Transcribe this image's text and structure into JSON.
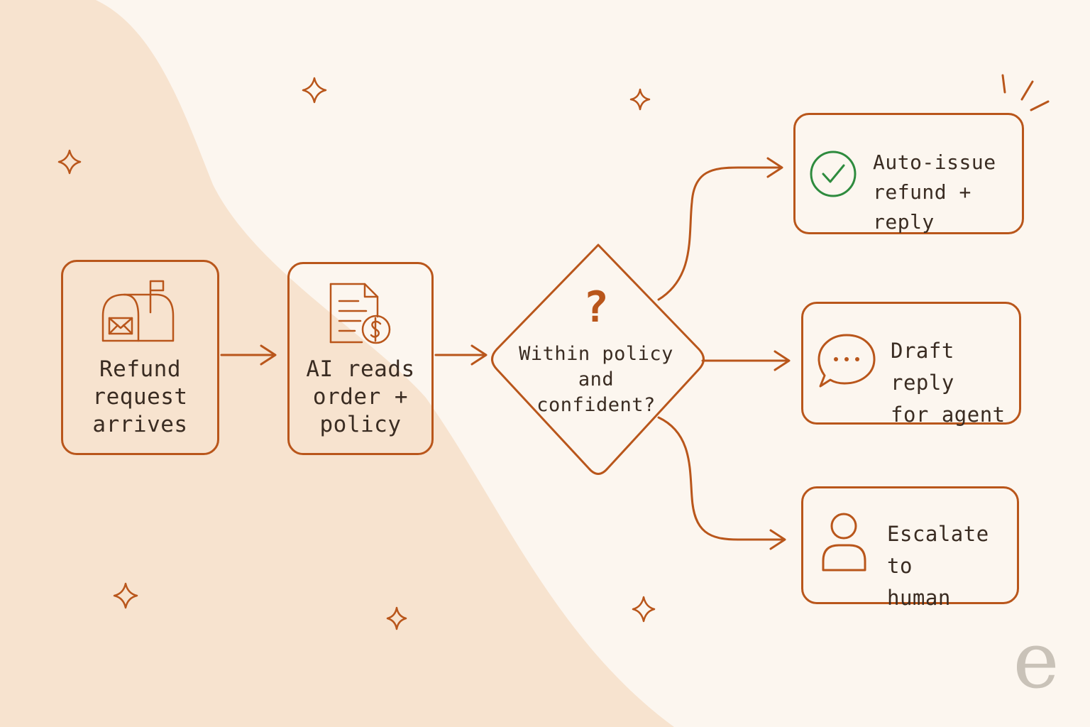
{
  "colors": {
    "background": "#fcf6ef",
    "blob": "#f7e3cf",
    "stroke": "#b9561b",
    "text": "#3a2c22",
    "success": "#2e8b3e",
    "watermark": "#c9c2b8"
  },
  "nodes": {
    "request": {
      "line1": "Refund",
      "line2": "request",
      "line3": "arrives",
      "icon": "mailbox-icon"
    },
    "ai": {
      "line1": "AI reads",
      "line2": "order +",
      "line3": "policy",
      "icon": "document-dollar-icon"
    },
    "decision": {
      "symbol": "?",
      "line1": "Within policy",
      "line2": "and",
      "line3": "confident?"
    },
    "auto": {
      "line1": "Auto-issue",
      "line2": "refund + reply",
      "icon": "check-circle-icon"
    },
    "draft": {
      "line1": "Draft reply",
      "line2": "for agent",
      "icon": "chat-bubble-icon"
    },
    "escalate": {
      "line1": "Escalate to",
      "line2": "human",
      "icon": "person-icon"
    }
  },
  "watermark": {
    "text": "e"
  }
}
